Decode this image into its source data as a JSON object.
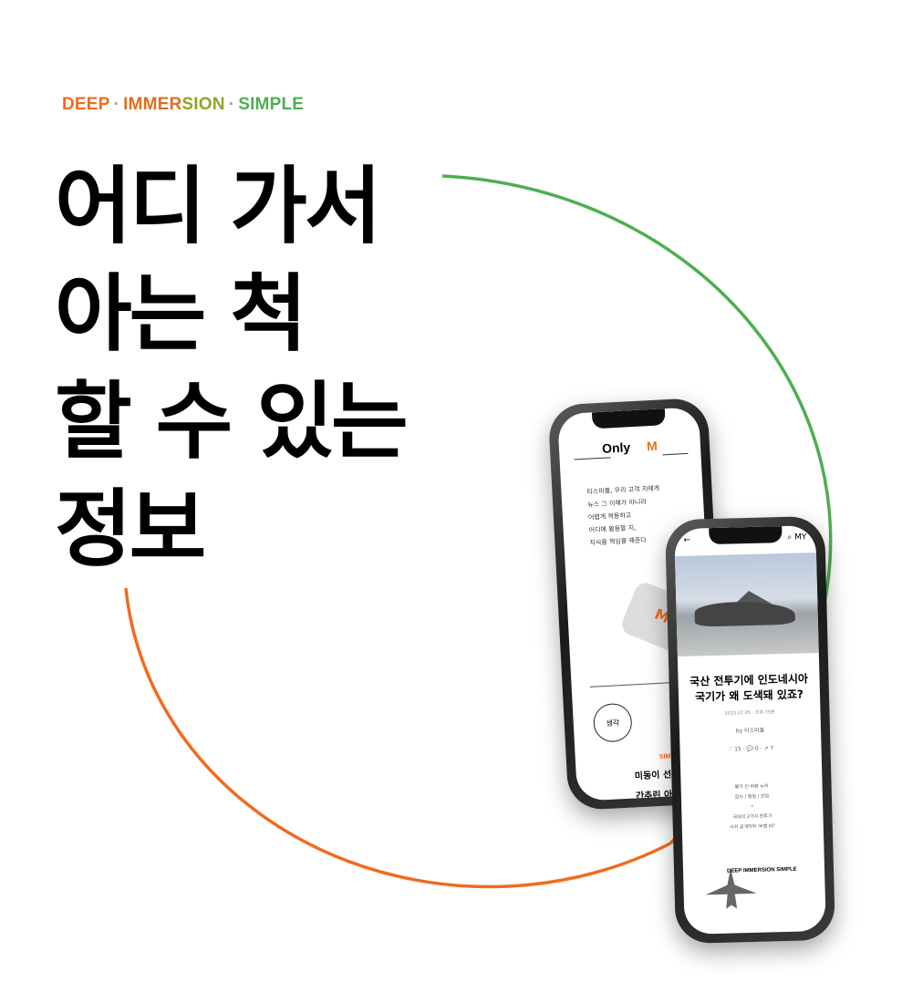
{
  "tagline": {
    "part1": "DEEP",
    "part2a": "IMMER",
    "part2b": "SION",
    "part3": "SIMPLE",
    "separator": "·"
  },
  "headline": {
    "lines": [
      "어디 가서",
      "아는 척",
      "할 수 있는",
      "정보"
    ]
  },
  "colors": {
    "orange": "#f26b1d",
    "green": "#4caf50",
    "black": "#000000"
  },
  "phone_back": {
    "header_only": "Only",
    "header_m": "M",
    "intro_lines": [
      "티스미플, 우리 고객 지에게",
      "뉴스 그 이해가 아니라",
      "어렵게 적용하고",
      "어디에 활용할 지,",
      "지식을 책임을 해준다"
    ],
    "mini_logo": "M",
    "bubble_text": "생각",
    "section_label": "SIMPLE",
    "item1": "미동이 선정한",
    "item2": "간추린 아티클"
  },
  "phone_front": {
    "back_icon": "←",
    "search_icon": "⌕",
    "my_label": "MY",
    "title_line1": "국산 전투기에 인도네시아",
    "title_line2": "국기가 왜 도색돼 있죠?",
    "meta": "2023.07.05 · 조회 75분",
    "by": "by 티스미플",
    "likes": "15",
    "comments": "0",
    "shares": "7",
    "body_lines": [
      "빨가 인 바람 누리",
      "감사 / 통일 / 선점",
      "•",
      "국내의 2가지 전투기",
      "사귀 공개하여 '비행 KF'"
    ],
    "banner": "DEEP IMMERSION SIMPLE"
  }
}
